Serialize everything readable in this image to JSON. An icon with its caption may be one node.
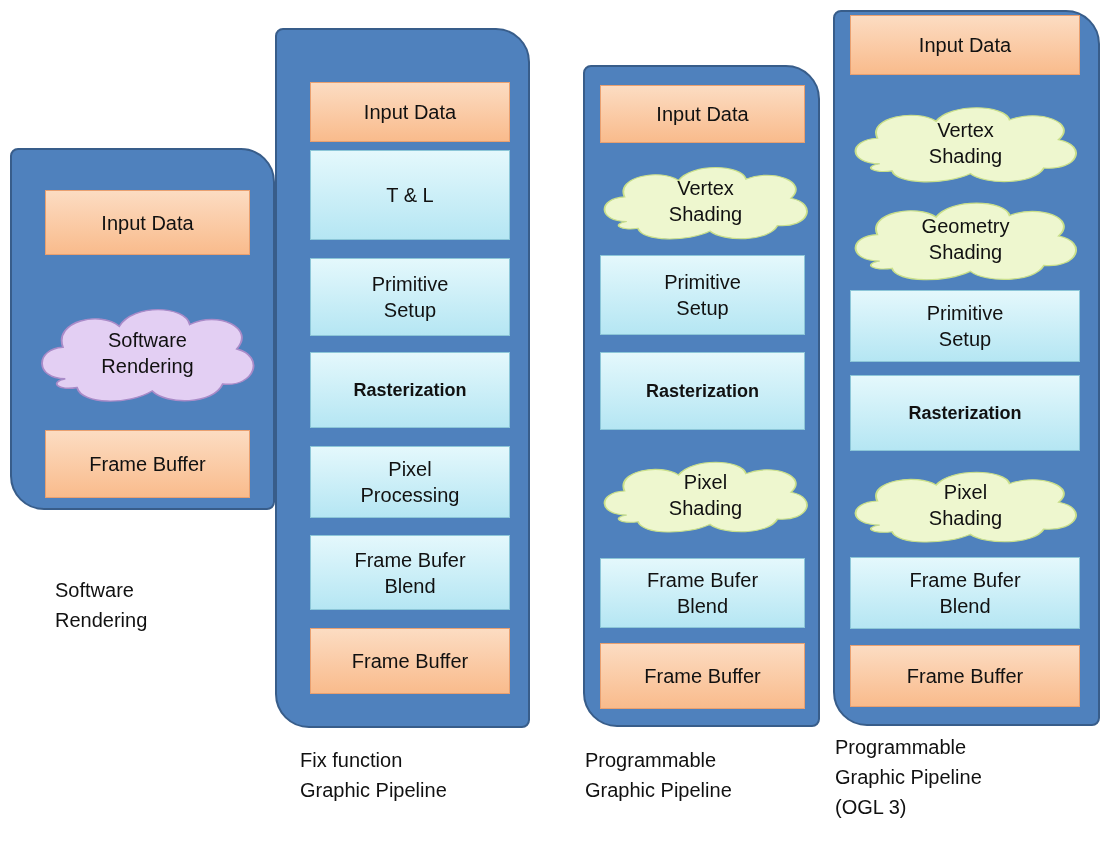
{
  "diagram": {
    "nodes": [
      {
        "text": [
          "Software Rendering"
        ]
      },
      {
        "text": [
          "Input Data"
        ],
        "in": 0
      },
      {
        "text": [
          "Software Rendering"
        ],
        "in": 0
      },
      {
        "text": [
          "Frame Buffer"
        ],
        "in": 0
      },
      {
        "text": [
          "Fix function Graphic Pipeline"
        ]
      },
      {
        "text": [
          "Input Data"
        ],
        "in": 4
      },
      {
        "text": [
          "T & L"
        ],
        "in": 4
      },
      {
        "text": [
          "Primitive Setup"
        ],
        "in": 4
      },
      {
        "text": [
          "Rasterization"
        ],
        "in": 4
      },
      {
        "text": [
          "Pixel Processing"
        ],
        "in": 4
      },
      {
        "text": [
          "Frame Bufer Blend"
        ],
        "in": 4
      },
      {
        "text": [
          "Frame Buffer"
        ],
        "in": 4
      },
      {
        "text": [
          "Programmable Graphic Pipeline"
        ]
      },
      {
        "text": [
          "Input Data"
        ],
        "in": 12
      },
      {
        "text": [
          "Vertex Shading"
        ],
        "in": 12
      },
      {
        "text": [
          "Primitive Setup"
        ],
        "in": 12
      },
      {
        "text": [
          "Rasterization"
        ],
        "in": 12
      },
      {
        "text": [
          "Pixel Shading"
        ],
        "in": 12
      },
      {
        "text": [
          "Frame Bufer Blend"
        ],
        "in": 12
      },
      {
        "text": [
          "Frame Buffer"
        ],
        "in": 12
      },
      {
        "text": [
          "Programmable Graphic Pipeline (OGL 3)"
        ]
      },
      {
        "text": [
          "Input Data"
        ],
        "in": 20
      },
      {
        "text": [
          "Vertex Shading"
        ],
        "in": 20
      },
      {
        "text": [
          "Geometry Shading"
        ],
        "in": 20
      },
      {
        "text": [
          "Primitive Setup"
        ],
        "in": 20
      },
      {
        "text": [
          "Rasterization"
        ],
        "in": 20
      },
      {
        "text": [
          "Pixel Shading"
        ],
        "in": 20
      },
      {
        "text": [
          "Frame Bufer Blend"
        ],
        "in": 20
      },
      {
        "text": [
          "Frame Buffer"
        ],
        "in": 20
      }
    ]
  }
}
